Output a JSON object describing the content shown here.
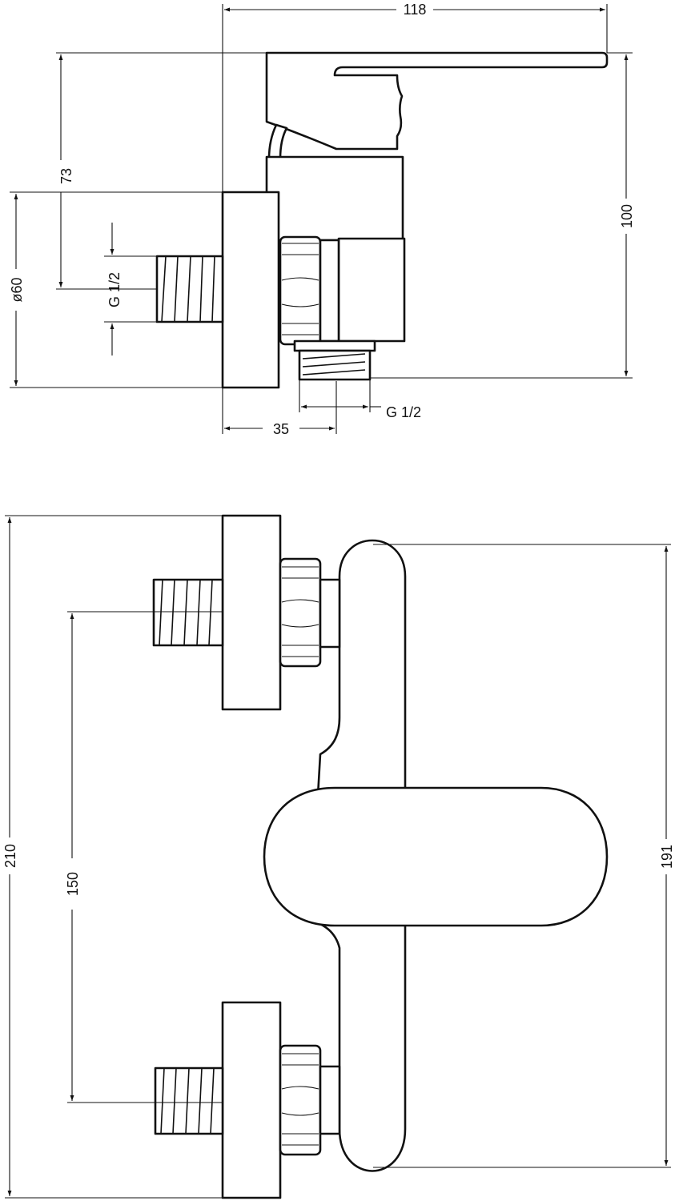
{
  "dimensions": {
    "top_width": "118",
    "height_73": "73",
    "height_100": "100",
    "diameter": "ø60",
    "thread_left": "G 1/2",
    "thread_bottom": "G 1/2",
    "depth": "35",
    "total_height": "210",
    "spacing": "150",
    "body_height": "191"
  }
}
